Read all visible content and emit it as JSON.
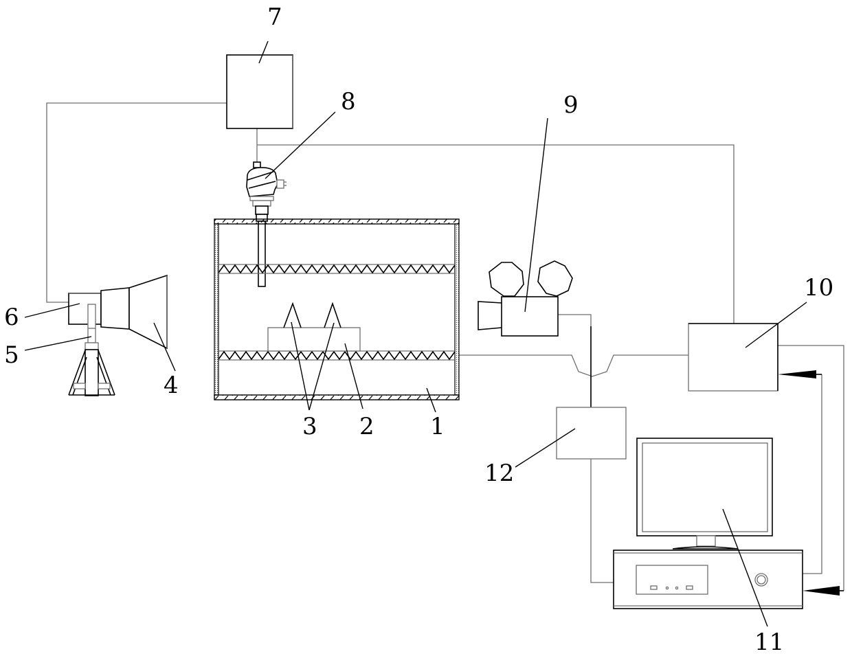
{
  "diagram": {
    "type": "patent-schematic",
    "labels": {
      "n1": "1",
      "n2": "2",
      "n3": "3",
      "n4": "4",
      "n5": "5",
      "n6": "6",
      "n7": "7",
      "n8": "8",
      "n9": "9",
      "n10": "10",
      "n11": "11",
      "n12": "12"
    },
    "colors": {
      "line_dark": "#000000",
      "line_grey": "#6e6e6e",
      "background": "#ffffff"
    }
  }
}
